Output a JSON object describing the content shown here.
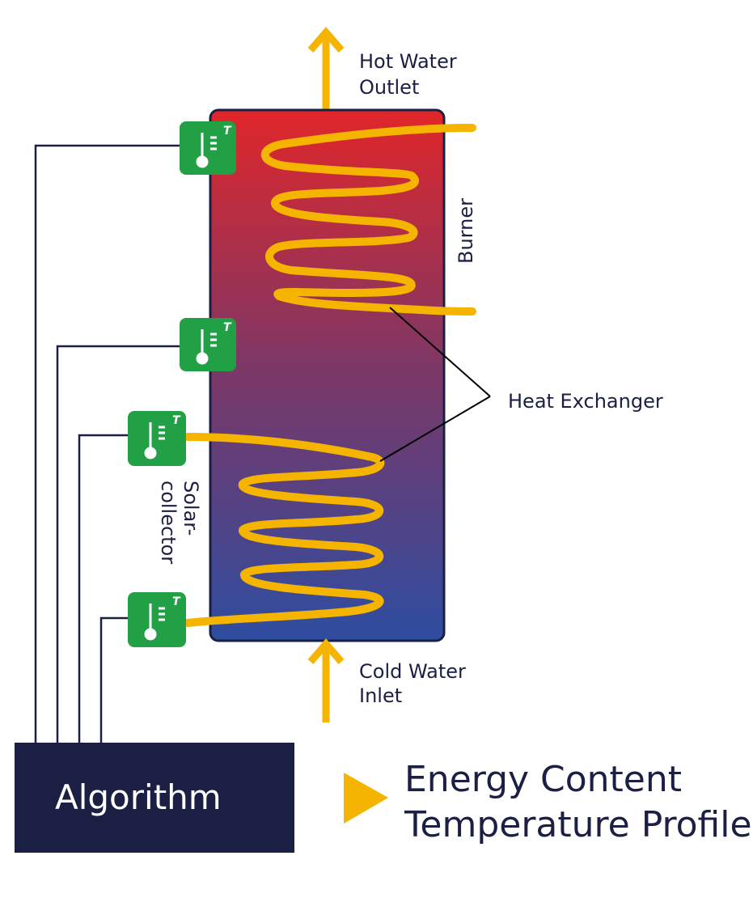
{
  "labels": {
    "hot_water_outlet": [
      "Hot Water",
      "Outlet"
    ],
    "cold_water_inlet": [
      "Cold Water",
      "Inlet"
    ],
    "burner": "Burner",
    "heat_exchanger": "Heat Exchanger",
    "solar_collector": [
      "Solar-",
      "collector"
    ],
    "algorithm": "Algorithm",
    "result": [
      "Energy Content",
      "Temperature Profile"
    ],
    "sensor_symbol": "T"
  },
  "sensors": [
    {
      "id": "sensor-1"
    },
    {
      "id": "sensor-2"
    },
    {
      "id": "sensor-3"
    },
    {
      "id": "sensor-4"
    }
  ],
  "colors": {
    "tank_top": "#e0262a",
    "tank_bottom": "#2e4da0",
    "coil": "#f4b400",
    "sensor": "#22a045",
    "wire": "#1b1f44",
    "algorithm_box": "#1b1f44",
    "text": "#1b1f44"
  }
}
